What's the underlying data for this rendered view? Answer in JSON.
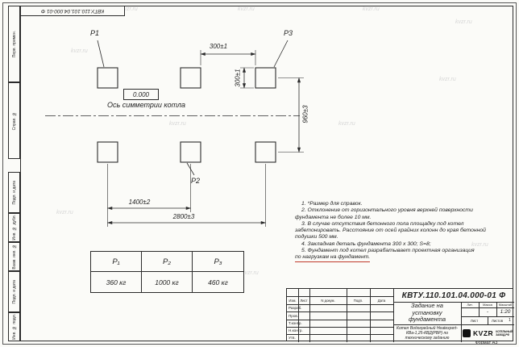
{
  "colors": {
    "line": "#2b2b2b",
    "paper": "#fbfbf8",
    "note_underline": "#c0392b",
    "watermark": "#d6d6d6"
  },
  "watermark": "kvzr.ru",
  "left_strip": [
    "Перв. примен.",
    "Справ. №",
    "Подп. и дата",
    "Инв. № дубл.",
    "Взам. инв. №",
    "Подп. и дата",
    "Инв. № подл."
  ],
  "drawing": {
    "p1": "Р1",
    "p2": "Р2",
    "p3": "Р3",
    "elevation": "0.000",
    "axis_label": "Ось симметрии котла",
    "dim_300h": "300±1",
    "dim_300v": "300±1",
    "dim_960": "960±3",
    "dim_1400": "1400±2",
    "dim_2800": "2800±3"
  },
  "notes": {
    "n1": "1. *Размер для справок.",
    "n2": "2. Отклонение от горизонтального уровня верхней поверхности фундамента не более 10 мм.",
    "n3": "3. В случае отсутствия бетонного пола площадку под котел забетонировать. Расстояние от осей крайних колонн до края бетонной подушки 500 мм.",
    "n4": "4. Закладная деталь фундамента  300 х 300; S=8;",
    "n5a": "5. Фундамент под котел разрабатывает проектная организация",
    "n5b": "по нагрузкам на фундамент."
  },
  "load_table": {
    "headers": [
      "Р₁",
      "Р₂",
      "Р₃"
    ],
    "values": [
      "360 кг",
      "1000 кг",
      "460 кг"
    ]
  },
  "title_block": {
    "designation": "КВТУ.110.101.04.000-01 Ф",
    "doc_title": "Задание на установку фундамента",
    "product_desc": "Котел Водогрейный Heatexpert-КВа-1,25-КВД(РВР) по техническому заданию",
    "cols": [
      "Изм.",
      "Лист",
      "N докум.",
      "Подп.",
      "Дата"
    ],
    "rows": [
      "Разраб.",
      "Пров.",
      "Т.контр.",
      "Н.контр.",
      "Утв."
    ],
    "lit_label": "Лит.",
    "mass_label": "Масса",
    "scale_label": "Масштаб",
    "mass_value": "-",
    "scale_value": "1:20",
    "sheet_label": "Лист",
    "sheets_label": "Листов",
    "sheets_value": "1",
    "logo_text": "KVZR",
    "org_line1": "КОТЕЛЬНЫЙ",
    "org_line2": "ЗАВОД.РФ"
  },
  "format_label": "Формат А3"
}
